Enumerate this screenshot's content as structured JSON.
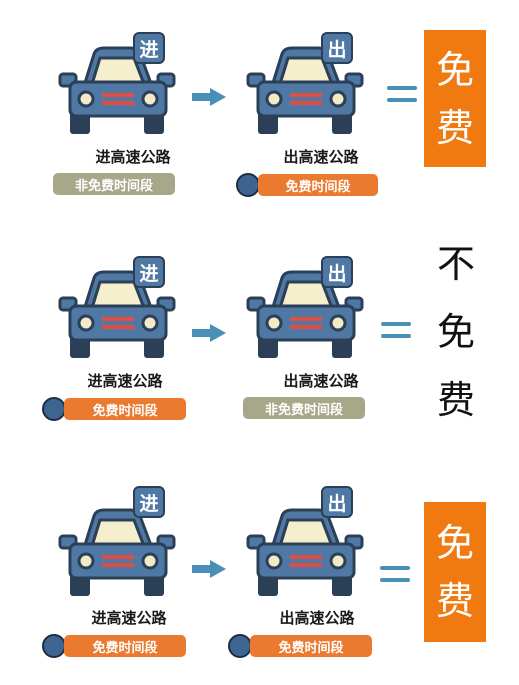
{
  "scenarios": [
    {
      "enter": {
        "sign": "进",
        "label": "进高速公路",
        "period": "非免费时间段",
        "period_type": "nonfree"
      },
      "exit": {
        "sign": "出",
        "label": "出高速公路",
        "period": "免费时间段",
        "period_type": "free"
      },
      "result": {
        "chars": [
          "免",
          "费"
        ],
        "style": "boxed"
      }
    },
    {
      "enter": {
        "sign": "进",
        "label": "进高速公路",
        "period": "免费时间段",
        "period_type": "free"
      },
      "exit": {
        "sign": "出",
        "label": "出高速公路",
        "period": "非免费时间段",
        "period_type": "nonfree"
      },
      "result": {
        "chars": [
          "不",
          "免",
          "费"
        ],
        "style": "plain"
      }
    },
    {
      "enter": {
        "sign": "进",
        "label": "进高速公路",
        "period": "免费时间段",
        "period_type": "free"
      },
      "exit": {
        "sign": "出",
        "label": "出高速公路",
        "period": "免费时间段",
        "period_type": "free"
      },
      "result": {
        "chars": [
          "免",
          "费"
        ],
        "style": "boxed"
      }
    }
  ],
  "colors": {
    "car_body": "#4f79a4",
    "outline": "#2b3f57",
    "free_pill": "#ea7a2f",
    "nonfree_pill": "#a7a78a",
    "result_box": "#f07a10",
    "arrow_equals": "#4a8fb8"
  },
  "icons": [
    "car-icon",
    "clock-icon",
    "arrow-right-icon",
    "equals-icon"
  ]
}
